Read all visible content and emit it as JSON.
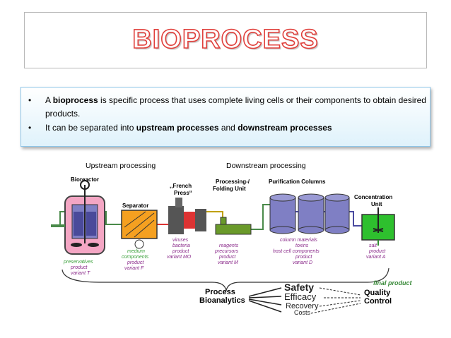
{
  "title": "BIOPROCESS",
  "bullets": [
    {
      "pre": "A ",
      "b1": "bioprocess",
      "mid": " is specific process that uses complete living cells or their components to obtain desired products.",
      "b2": "",
      "post": ""
    },
    {
      "pre": "It can be separated into ",
      "b1": "upstream processes",
      "mid": " and ",
      "b2": "downstream processes",
      "post": ""
    }
  ],
  "bullet_mark": "•",
  "section_labels": {
    "upstream": "Upstream processing",
    "downstream": "Downstream processing"
  },
  "diagram": {
    "bioreactor": "Bioreactor",
    "separator": "Separator",
    "french_press": [
      ",,French",
      "Press“"
    ],
    "processing_unit": [
      "Processing-/",
      "Folding Unit"
    ],
    "purification": "Purification Columns",
    "concentration": [
      "Concentration",
      "Unit"
    ],
    "notes": {
      "bioreactor": [
        "preservatives",
        "product",
        "variant T"
      ],
      "separator": [
        "medium",
        "components",
        "product",
        "variant F"
      ],
      "press": [
        "viruses",
        "bacteria",
        "product",
        "variant MO"
      ],
      "processing": [
        "reagents",
        "precursors",
        "product",
        "variant M"
      ],
      "purification": [
        "column materials",
        "toxins",
        "host cell components",
        "product",
        "variant D"
      ],
      "concentration": [
        "salt",
        "product",
        "variant A"
      ]
    },
    "analytics": [
      "Process",
      "Bioanalytics"
    ],
    "outcomes": [
      "Safety",
      "Efficacy",
      "Recovery",
      "Costs"
    ],
    "final_product": "final product",
    "quality": [
      "Quality",
      "Control"
    ]
  },
  "colors": {
    "title_outline": "#e0403c",
    "bullet_border": "#8ec5e8",
    "note_green": "#3aa03a",
    "note_purple": "#8a2a8a",
    "column": "#7f7fc4",
    "orange": "#f5a020"
  }
}
